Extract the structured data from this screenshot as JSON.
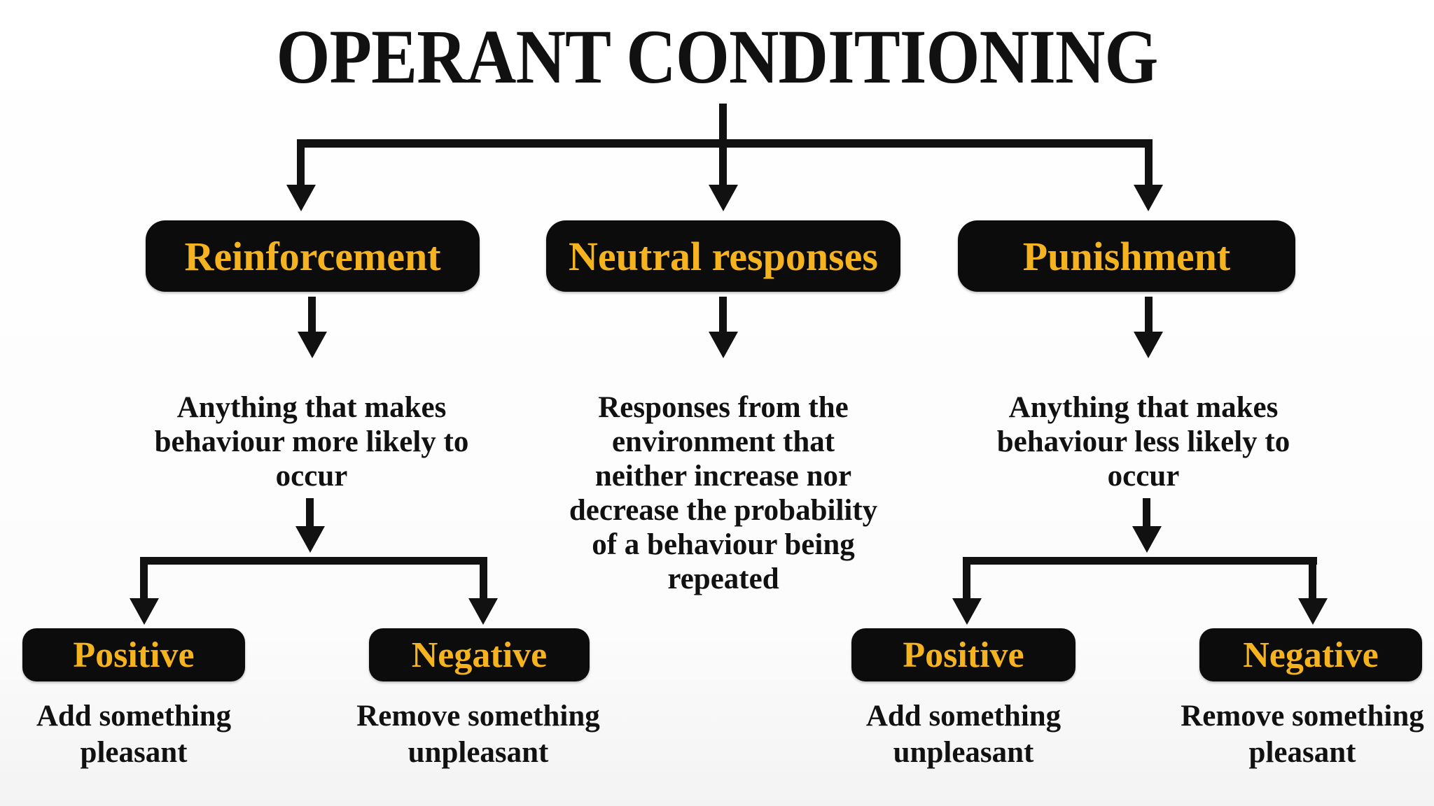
{
  "title": "OPERANT CONDITIONING",
  "colors": {
    "box_bg": "#0c0c0c",
    "box_text": "#f5b41f",
    "ink": "#111111",
    "background": "#fdfdfd"
  },
  "branches": [
    {
      "label": "Reinforcement",
      "description": "Anything that makes\nbehaviour more likely to\noccur",
      "children": [
        {
          "label": "Positive",
          "description": "Add something\npleasant"
        },
        {
          "label": "Negative",
          "description": "Remove something\nunpleasant"
        }
      ]
    },
    {
      "label": "Neutral responses",
      "description": "Responses from the\nenvironment that\nneither increase nor\ndecrease the probability\nof a behaviour being\nrepeated",
      "children": []
    },
    {
      "label": "Punishment",
      "description": "Anything that makes\nbehaviour less likely to\noccur",
      "children": [
        {
          "label": "Positive",
          "description": "Add something\nunpleasant"
        },
        {
          "label": "Negative",
          "description": "Remove something\npleasant"
        }
      ]
    }
  ]
}
